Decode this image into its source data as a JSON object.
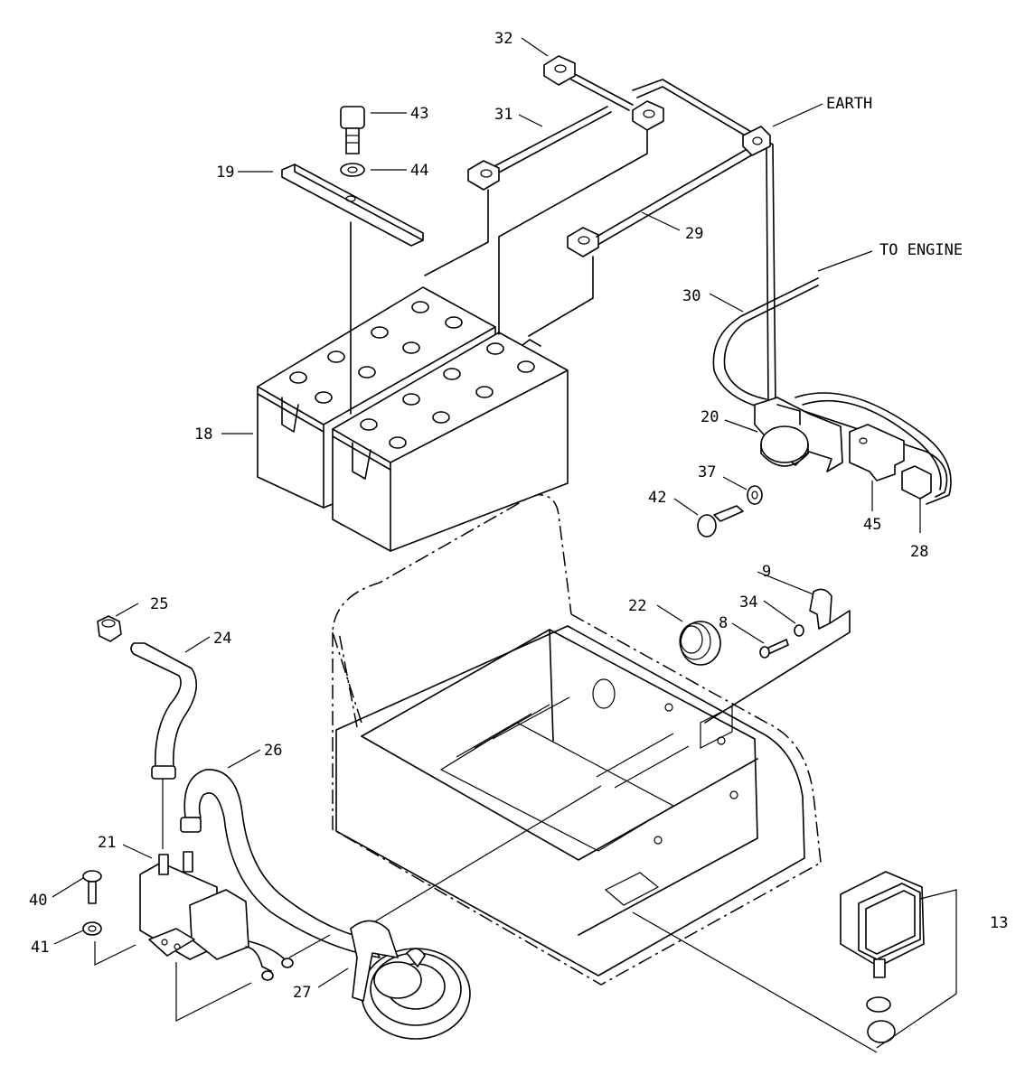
{
  "callouts": {
    "c32": "32",
    "c43": "43",
    "c31": "31",
    "c44": "44",
    "c19": "19",
    "c29": "29",
    "c30": "30",
    "c18": "18",
    "c20": "20",
    "c37": "37",
    "c42": "42",
    "c45": "45",
    "c28": "28",
    "c9": "9",
    "c25": "25",
    "c22": "22",
    "c34": "34",
    "c24": "24",
    "c8": "8",
    "c26": "26",
    "c21": "21",
    "c40": "40",
    "c41": "41",
    "c27": "27",
    "c13": "13"
  },
  "labels": {
    "earth": "EARTH",
    "to_engine": "TO ENGINE"
  }
}
